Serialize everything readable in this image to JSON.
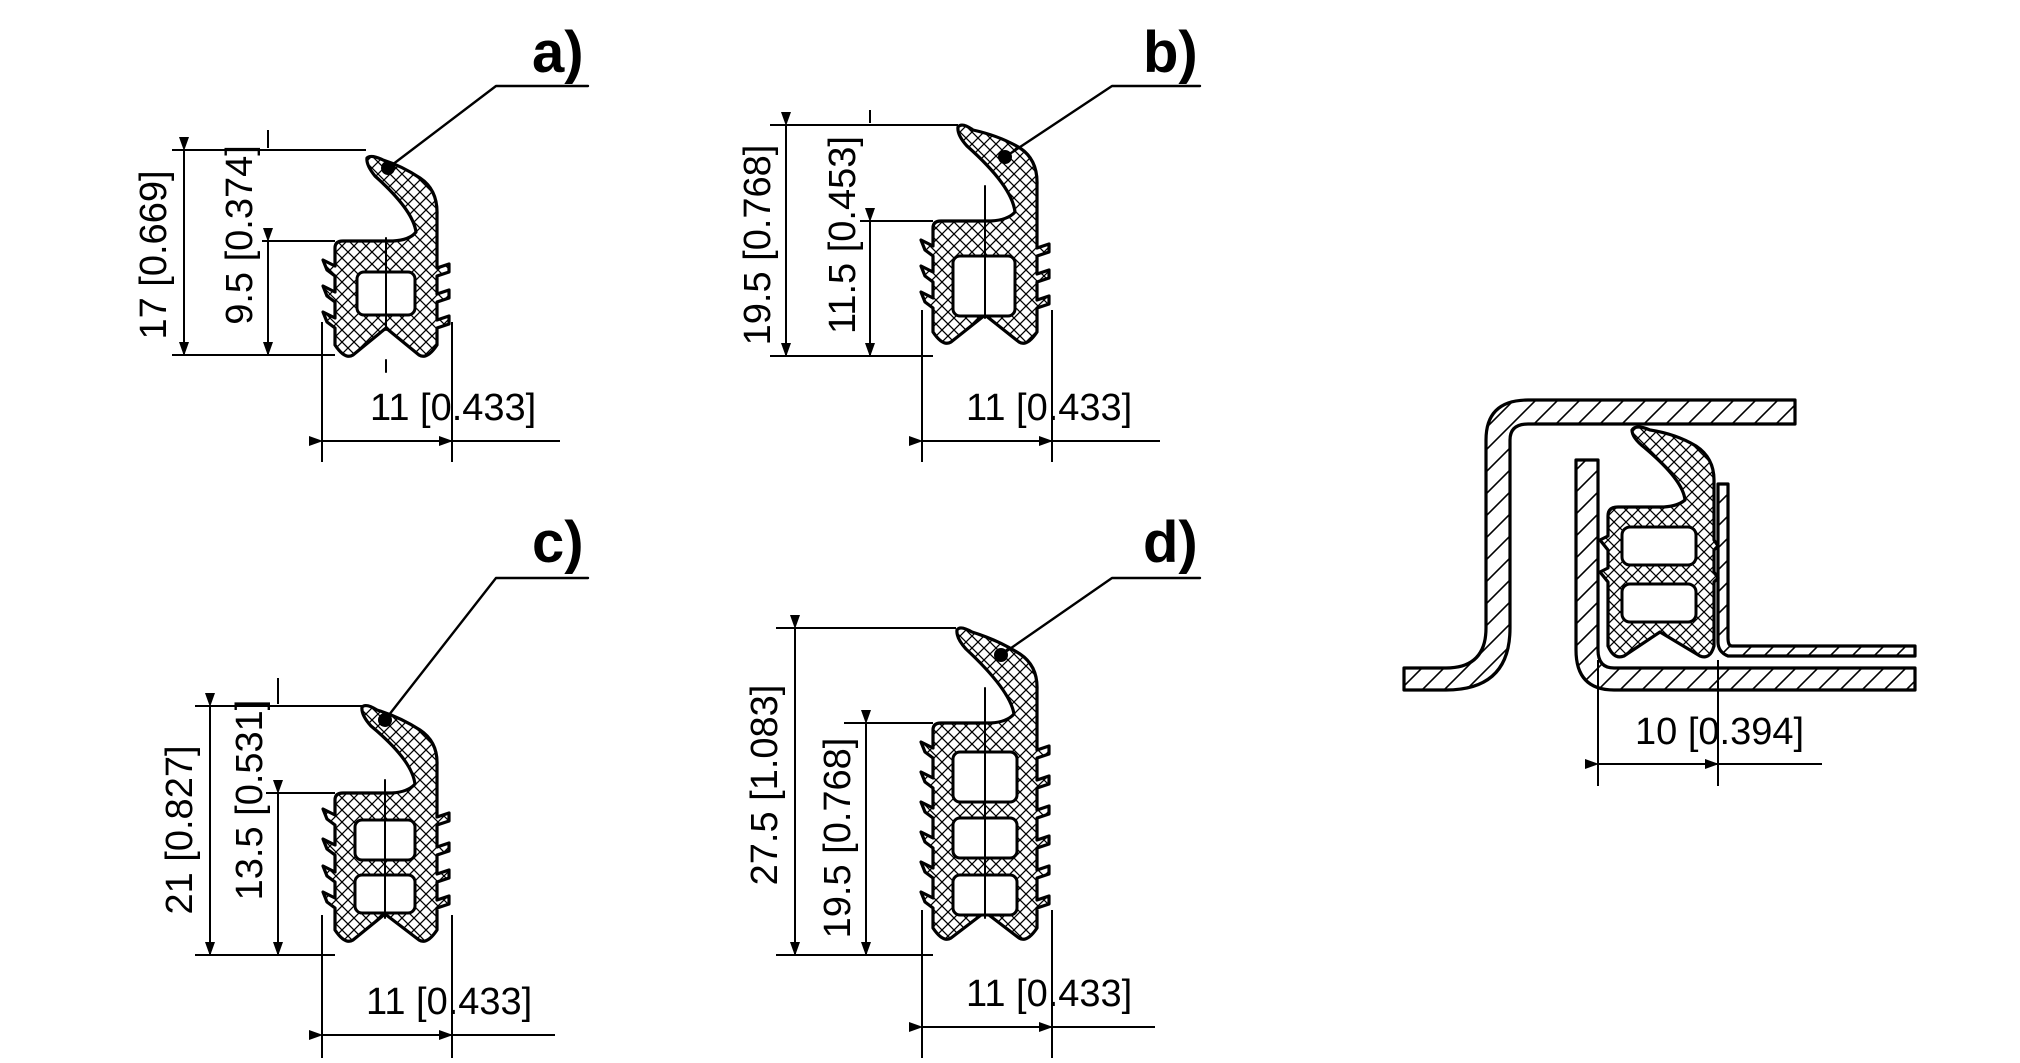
{
  "labels": {
    "a": "a)",
    "b": "b)",
    "c": "c)",
    "d": "d)"
  },
  "profile_a": {
    "height_total": "17 [0.669]",
    "height_body": "9.5 [0.374]",
    "width": "11 [0.433]"
  },
  "profile_b": {
    "height_total": "19.5 [0.768]",
    "height_body": "11.5 [0.453]",
    "width": "11 [0.433]"
  },
  "profile_c": {
    "height_total": "21 [0.827]",
    "height_body": "13.5 [0.531]",
    "width": "11 [0.433]"
  },
  "profile_d": {
    "height_total": "27.5 [1.083]",
    "height_body": "19.5 [0.768]",
    "width": "11 [0.433]"
  },
  "installation": {
    "gap_width": "10 [0.394]"
  },
  "colors": {
    "ink": "#000000",
    "background": "#ffffff"
  }
}
